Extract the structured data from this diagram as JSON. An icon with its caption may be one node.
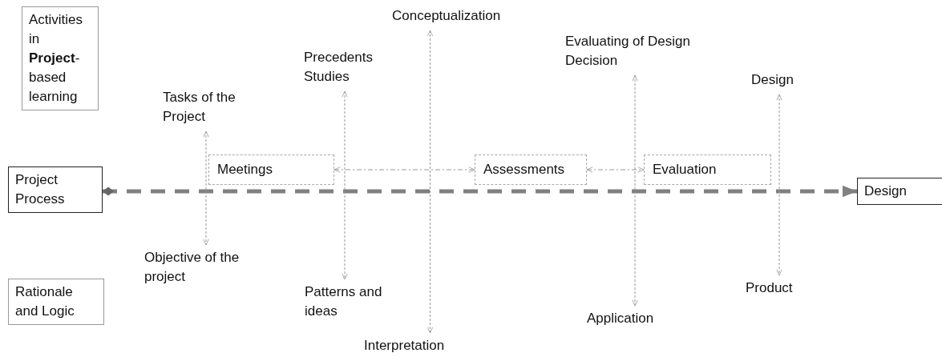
{
  "diagram": {
    "nodes": [
      {
        "text": [
          "Activities in **Project**-based learning"
        ]
      },
      {
        "text": [
          "Project Process"
        ]
      },
      {
        "text": [
          "Rationale and Logic"
        ]
      },
      {
        "text": [
          "Tasks of the Project"
        ]
      },
      {
        "text": [
          "Objective of the project"
        ]
      },
      {
        "text": [
          "Precedents Studies"
        ]
      },
      {
        "text": [
          "Patterns and ideas"
        ]
      },
      {
        "text": [
          "Conceptualization"
        ]
      },
      {
        "text": [
          "Interpretation"
        ]
      },
      {
        "text": [
          "Evaluating of Design Decision"
        ]
      },
      {
        "text": [
          "Application"
        ]
      },
      {
        "text": [
          "Design"
        ]
      },
      {
        "text": [
          "Product"
        ]
      },
      {
        "text": [
          "Meetings"
        ]
      },
      {
        "text": [
          "Assessments"
        ]
      },
      {
        "text": [
          "Evaluation"
        ]
      },
      {
        "text": [
          "Design"
        ]
      }
    ],
    "edges": [
      {
        "from": 1,
        "to": 16,
        "arrow": "to",
        "style": "dashed",
        "color": "#808080"
      },
      {
        "from": 3,
        "to": 4,
        "arrow": "both",
        "style": "dashed"
      },
      {
        "from": 5,
        "to": 6,
        "arrow": "both",
        "style": "dashed"
      },
      {
        "from": 7,
        "to": 8,
        "arrow": "both",
        "style": "dashed"
      },
      {
        "from": 9,
        "to": 10,
        "arrow": "both",
        "style": "dashed"
      },
      {
        "from": 11,
        "to": 12,
        "arrow": "both",
        "style": "dashed"
      },
      {
        "from": 13,
        "to": 14,
        "arrow": "both",
        "style": "dashed"
      },
      {
        "from": 14,
        "to": 15,
        "arrow": "both",
        "style": "dashed"
      }
    ]
  }
}
